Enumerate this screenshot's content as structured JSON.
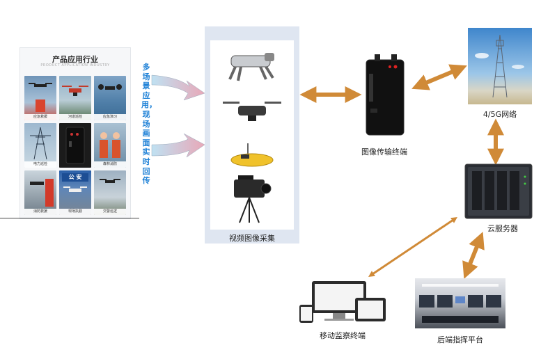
{
  "industry_panel": {
    "title": "产品应用行业",
    "subtitle": "PRODUCT APPLICATION INDUSTRY",
    "tiles": [
      {
        "label": "应急救援"
      },
      {
        "label": "河道巡检"
      },
      {
        "label": "应急演习"
      },
      {
        "label": "电力巡检"
      },
      {
        "label": ""
      },
      {
        "label": "森林消防"
      },
      {
        "label": "消防救援"
      },
      {
        "label": "现场执勤"
      },
      {
        "label": "交警巡逻"
      }
    ],
    "sign_text": "公 安"
  },
  "scene_text": "多场景应用，现场画面实时回传",
  "capture": {
    "label": "视频图像采集"
  },
  "devices": {
    "terminal_label": "图像传输终端",
    "network_label": "4/5G网络",
    "server_label": "云服务器",
    "mobile_label": "移动监察终端",
    "command_label": "后端指挥平台"
  },
  "colors": {
    "arrow": "#d08a37",
    "scene_text": "#1b7fd6",
    "capture_panel": "#dfe6f1"
  }
}
